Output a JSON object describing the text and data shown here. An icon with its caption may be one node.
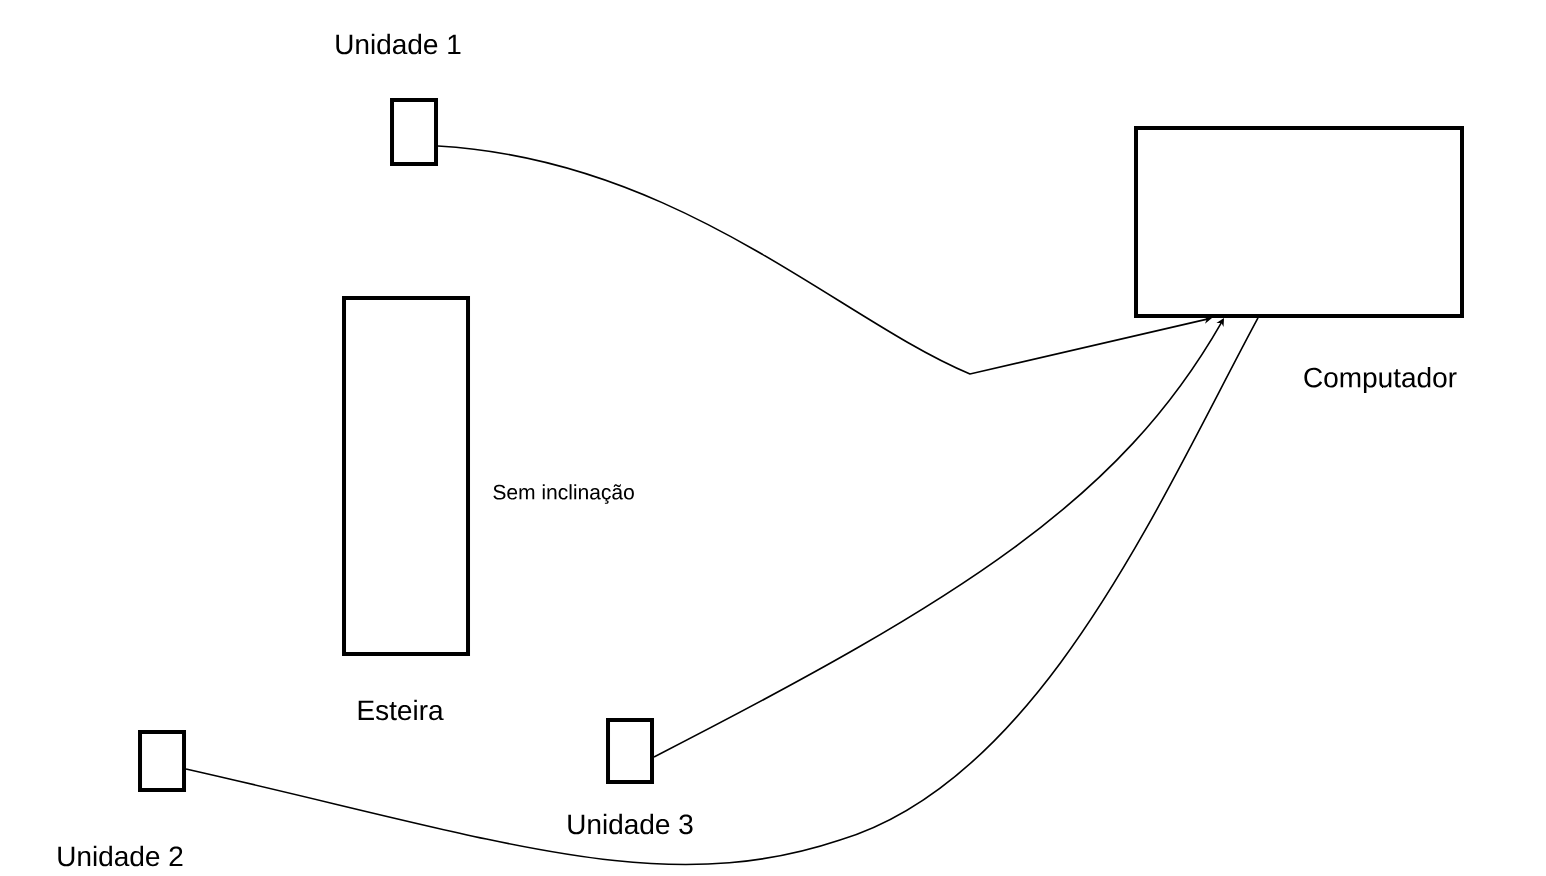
{
  "diagram": {
    "nodes": [
      {
        "text": [
          "Unidade 1"
        ]
      },
      {
        "text": [
          "Computador"
        ]
      },
      {
        "text": [
          "Esteira"
        ],
        "beside": [
          "Sem inclinação"
        ]
      },
      {
        "text": [
          "Unidade 3"
        ]
      },
      {
        "text": [
          "Unidade 2"
        ]
      }
    ],
    "edges": [
      {
        "from": 0,
        "to": 1,
        "arrow": "to"
      },
      {
        "from": 3,
        "to": 1,
        "arrow": "to"
      },
      {
        "from": 4,
        "to": 1,
        "arrow": "none"
      }
    ]
  }
}
